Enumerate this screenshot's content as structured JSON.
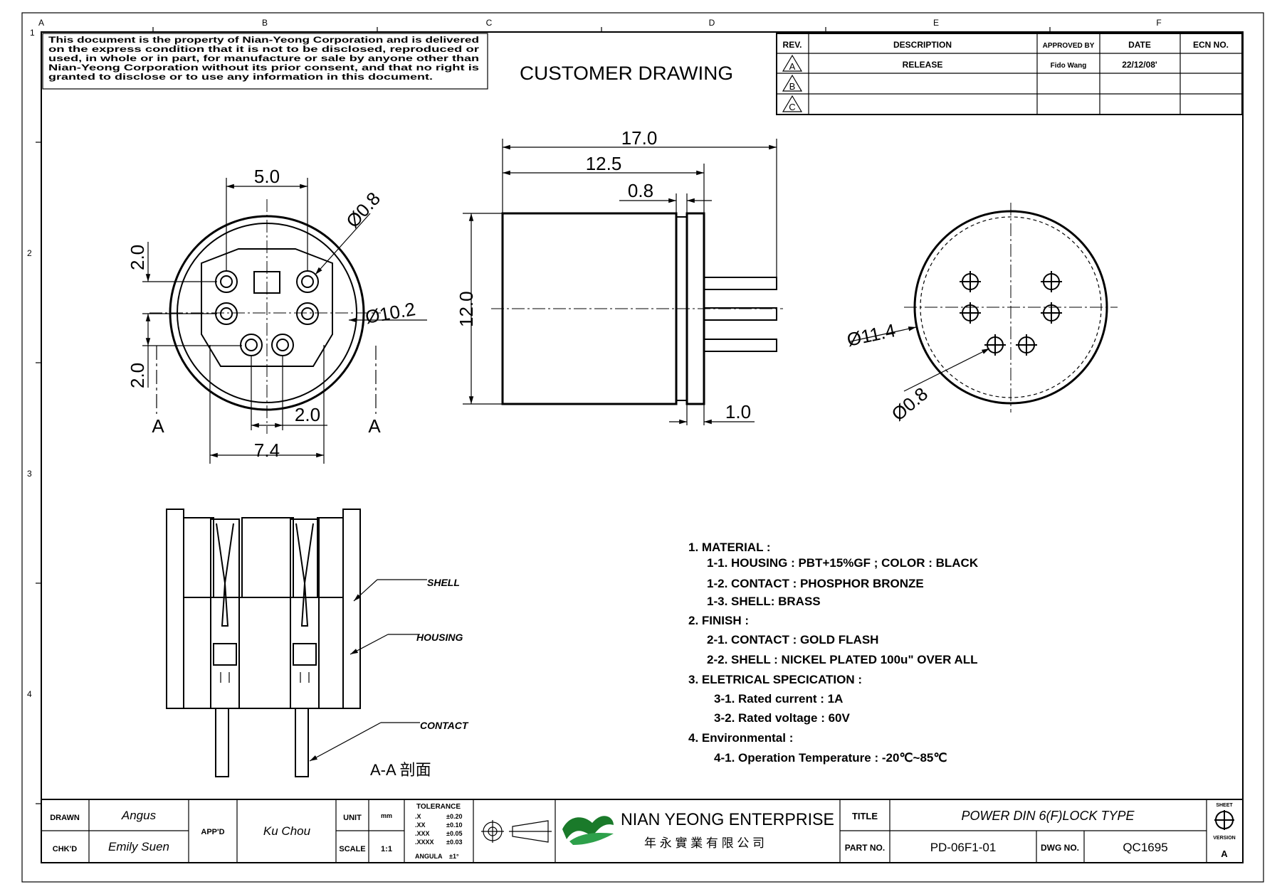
{
  "zone_letters": [
    "A",
    "B",
    "C",
    "D",
    "E",
    "F"
  ],
  "zone_numbers": [
    "1",
    "2",
    "3",
    "4"
  ],
  "notice": {
    "lines": [
      "This document is the property of Nian-Yeong Corporation and is delivered",
      "on  the  express condition that it is not to be disclosed, reproduced or",
      "used, in whole or in part, for manufacture or sale by anyone other than",
      "Nian-Yeong Corporation without  its prior consent, and that  no right  is",
      "granted  to disclose or to use any information in this  document."
    ]
  },
  "drawing_title": "CUSTOMER  DRAWING",
  "revision_table": {
    "headers": [
      "REV.",
      "DESCRIPTION",
      "APPROVED BY",
      "DATE",
      "ECN NO."
    ],
    "rows": [
      {
        "rev": "A",
        "description": "RELEASE",
        "approved_by": "Fido Wang",
        "date": "22/12/08'",
        "ecn": ""
      },
      {
        "rev": "B",
        "description": "",
        "approved_by": "",
        "date": "",
        "ecn": ""
      },
      {
        "rev": "C",
        "description": "",
        "approved_by": "",
        "date": "",
        "ecn": ""
      }
    ]
  },
  "front_view": {
    "dim_top": "5.0",
    "dim_pin_dia": "Ø0.8",
    "dim_left_top": "2.0",
    "dim_left_bottom": "2.0",
    "dim_outer_dia": "Ø10.2",
    "dim_bottom_small": "2.0",
    "dim_bottom_wide": "7.4",
    "section_label_left": "A",
    "section_label_right": "A"
  },
  "side_view": {
    "dim_overall": "17.0",
    "dim_body": "12.5",
    "dim_flange": "0.8",
    "dim_height": "12.0",
    "dim_bottom": "1.0"
  },
  "rear_view": {
    "dim_outer_dia": "Ø11.4",
    "dim_pin_dia": "Ø0.8"
  },
  "section_view": {
    "callouts": [
      "SHELL",
      "HOUSING",
      "CONTACT"
    ],
    "caption": "A-A 剖面"
  },
  "notes": [
    "1. MATERIAL :",
    "1-1. HOUSING : PBT+15%GF ; COLOR : BLACK",
    "1-2. CONTACT   :   PHOSPHOR  BRONZE",
    "1-3. SHELL: BRASS",
    "2. FINISH :",
    "2-1. CONTACT : GOLD FLASH",
    "2-2. SHELL   : NICKEL PLATED 100u\" OVER ALL",
    "3. ELETRICAL SPECICATION :",
    "3-1. Rated  current  : 1A",
    "3-2. Rated  voltage  : 60V",
    "4. Environmental :",
    "4-1. Operation  Temperature  : -20℃~85℃"
  ],
  "title_block": {
    "drawn_label": "DRAWN",
    "drawn_value": "Angus",
    "chkd_label": "CHK'D",
    "chkd_value": "Emily Suen",
    "appd_label": "APP'D",
    "appd_value": "Ku Chou",
    "unit_label": "UNIT",
    "unit_value": "mm",
    "scale_label": "SCALE",
    "scale_value": "1:1",
    "tolerance_title": "TOLERANCE",
    "tolerances": [
      {
        "k": ".X",
        "v": "±0.20"
      },
      {
        "k": ".XX",
        "v": "±0.10"
      },
      {
        "k": ".XXX",
        "v": "±0.05"
      },
      {
        "k": ".XXXX",
        "v": "±0.03"
      },
      {
        "k": "ANGULA",
        "v": "±1°"
      }
    ],
    "company_name": "NIAN YEONG ENTERPRISE",
    "company_cn": "年 永 實 業 有 限 公 司",
    "title_label": "TITLE",
    "title_value": "POWER DIN 6(F)LOCK TYPE",
    "partno_label": "PART NO.",
    "partno_value": "PD-06F1-01",
    "dwgno_label": "DWG NO.",
    "dwgno_value": "QC1695",
    "sheet_label": "SHEET",
    "version_label": "VERSION",
    "version_value": "A"
  }
}
